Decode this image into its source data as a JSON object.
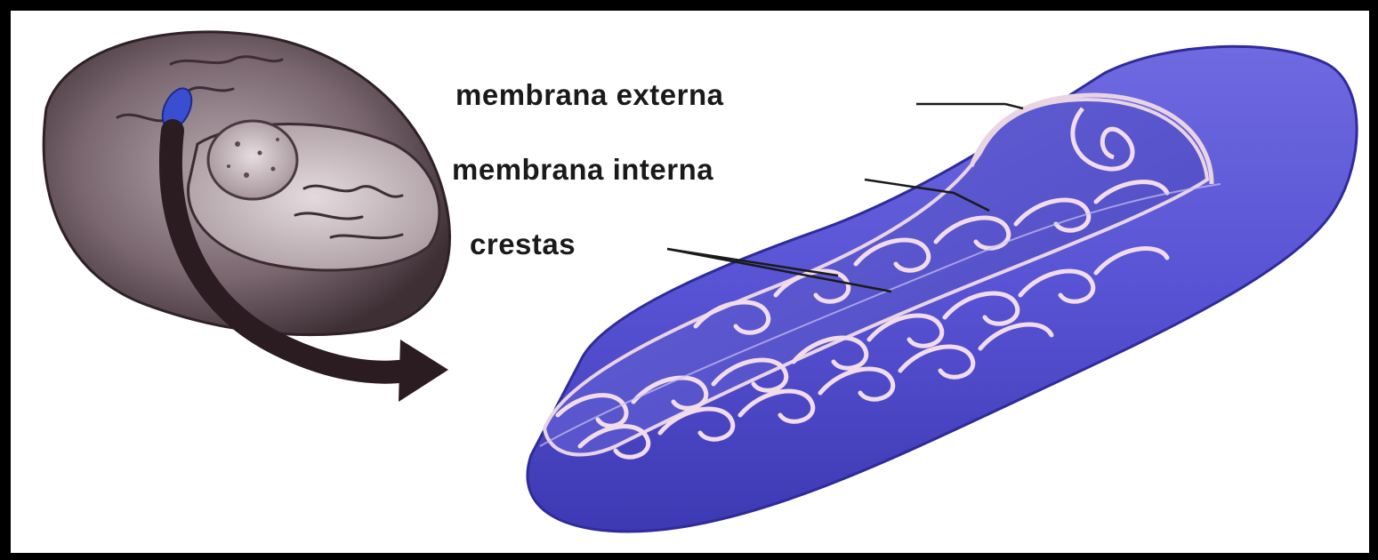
{
  "diagram": {
    "labels": {
      "outer_membrane": "membrana externa",
      "inner_membrane": "membrana interna",
      "cristae": "crestas"
    },
    "colors": {
      "frame": "#000000",
      "background": "#ffffff",
      "mitochondrion_body": "#5a56d6",
      "mitochondrion_dark": "#3c38b4",
      "cristae_outline": "#f3dcea",
      "cell_body": "#6e5a63",
      "arrow": "#2a1c20",
      "nucleus": "#cfc3c6",
      "organelle_highlight": "#3a4fd0"
    },
    "icons": [
      "cell-illustration",
      "curved-arrow-icon",
      "mitochondrion-cutaway"
    ]
  }
}
